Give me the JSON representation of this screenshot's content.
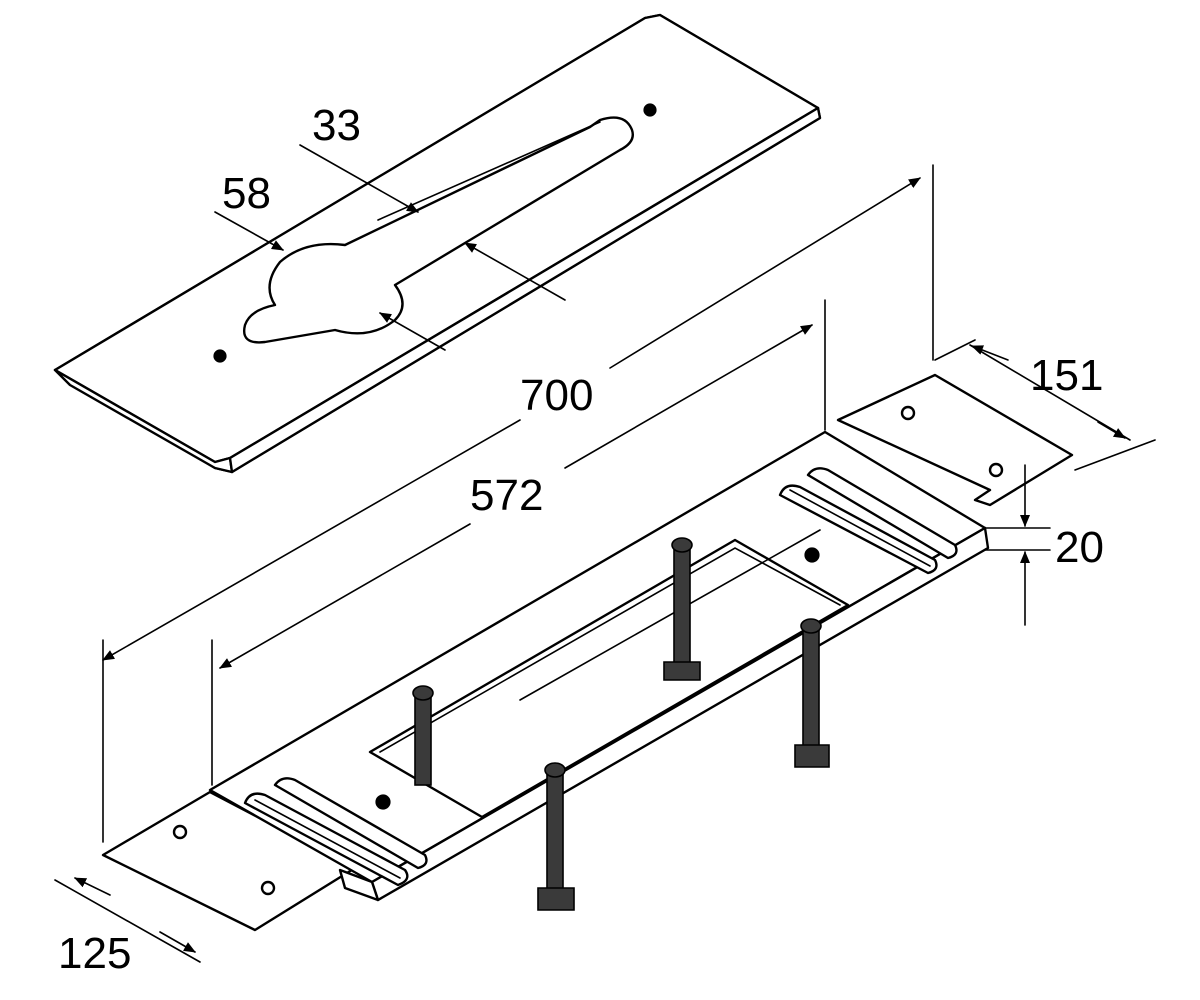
{
  "diagram": {
    "dimensions": [
      {
        "key": "d33",
        "label": "33"
      },
      {
        "key": "d58",
        "label": "58"
      },
      {
        "key": "d700",
        "label": "700"
      },
      {
        "key": "d572",
        "label": "572"
      },
      {
        "key": "d151",
        "label": "151"
      },
      {
        "key": "d20",
        "label": "20"
      },
      {
        "key": "d125",
        "label": "125"
      }
    ]
  }
}
